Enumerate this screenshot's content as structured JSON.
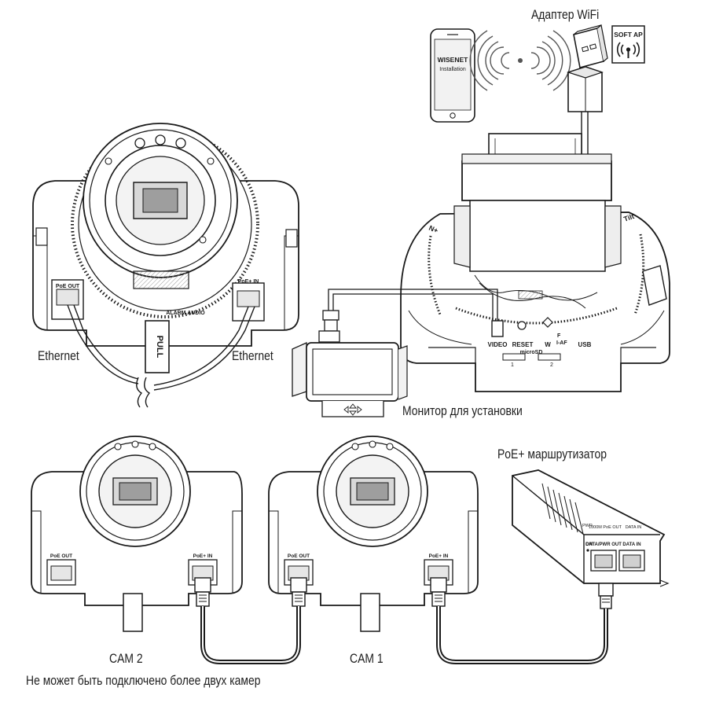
{
  "labels": {
    "wifi_adapter": "Адаптер WiFi",
    "ethernet_left": "Ethernet",
    "ethernet_right": "Ethernet",
    "install_monitor": "Монитор для установки",
    "poe_router": "PoE+ маршрутизатор",
    "cam2": "CAM 2",
    "cam1": "CAM 1",
    "note": "Не может быть подключено более двух камер"
  },
  "phone": {
    "brand": "WISENET",
    "app": "Installation"
  },
  "softap": {
    "label": "SOFT AP"
  },
  "camera_ports": {
    "poe_out": "PoE OUT",
    "poe_in": "PoE+ IN",
    "alarm_audio": "ALARM AUDIO",
    "pull": "PULL"
  },
  "rear_panel": {
    "video": "VIDEO",
    "reset": "RESET",
    "zoom": "W",
    "focus": "F",
    "iaf": "I-AF",
    "usb": "USB",
    "micro_sd": "microSD",
    "slot1": "1",
    "slot2": "2",
    "ring_mark_left": "N+",
    "ring_mark_right": "Tilt"
  },
  "router_panel": {
    "pwr": "PWR",
    "on": "ON",
    "data_pwr_out": "DATA/PWR OUT",
    "data_in": "DATA IN",
    "out_caption": "1000M PoE OUT",
    "in_caption": "DATA IN"
  },
  "colors": {
    "line": "#1a1a1a",
    "cable": "#1a1a1a",
    "shade": "#d9d9d9",
    "panel": "#f4f4f4"
  }
}
